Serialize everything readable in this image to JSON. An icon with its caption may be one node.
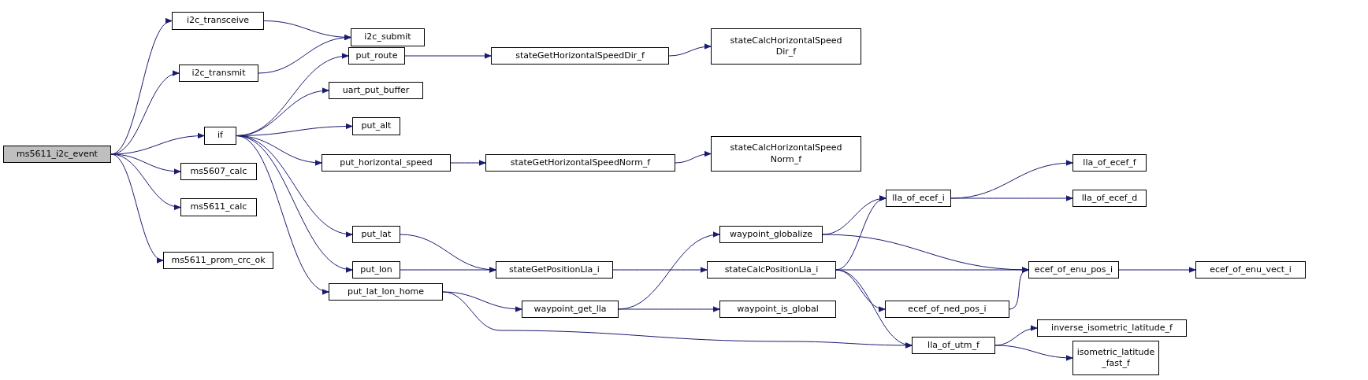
{
  "diagram": {
    "nodes": [
      {
        "text": [
          "ms5611_i2c_event"
        ]
      },
      {
        "text": [
          "i2c_transceive"
        ]
      },
      {
        "text": [
          "i2c_submit"
        ]
      },
      {
        "text": [
          "i2c_transmit"
        ]
      },
      {
        "text": [
          "if"
        ]
      },
      {
        "text": [
          "ms5607_calc"
        ]
      },
      {
        "text": [
          "ms5611_calc"
        ]
      },
      {
        "text": [
          "ms5611_prom_crc_ok"
        ]
      },
      {
        "text": [
          "put_route"
        ]
      },
      {
        "text": [
          "uart_put_buffer"
        ]
      },
      {
        "text": [
          "put_alt"
        ]
      },
      {
        "text": [
          "put_horizontal_speed"
        ]
      },
      {
        "text": [
          "put_lat"
        ]
      },
      {
        "text": [
          "put_lon"
        ]
      },
      {
        "text": [
          "put_lat_lon_home"
        ]
      },
      {
        "text": [
          "stateGetHorizontalSpeedDir_f"
        ]
      },
      {
        "text": [
          "stateCalcHorizontalSpeed Dir_f"
        ]
      },
      {
        "text": [
          "stateGetHorizontalSpeedNorm_f"
        ]
      },
      {
        "text": [
          "stateCalcHorizontalSpeed Norm_f"
        ]
      },
      {
        "text": [
          "stateGetPositionLla_i"
        ]
      },
      {
        "text": [
          "waypoint_globalize"
        ]
      },
      {
        "text": [
          "stateCalcPositionLla_i"
        ]
      },
      {
        "text": [
          "waypoint_get_lla"
        ]
      },
      {
        "text": [
          "waypoint_is_global"
        ]
      },
      {
        "text": [
          "lla_of_ecef_i"
        ]
      },
      {
        "text": [
          "lla_of_ecef_f"
        ]
      },
      {
        "text": [
          "lla_of_ecef_d"
        ]
      },
      {
        "text": [
          "ecef_of_enu_pos_i"
        ]
      },
      {
        "text": [
          "ecef_of_enu_vect_i"
        ]
      },
      {
        "text": [
          "ecef_of_ned_pos_i"
        ]
      },
      {
        "text": [
          "lla_of_utm_f"
        ]
      },
      {
        "text": [
          "inverse_isometric_latitude_f"
        ]
      },
      {
        "text": [
          "isometric_latitude _fast_f"
        ]
      }
    ],
    "edges": [
      {
        "from": 0,
        "to": 1,
        "arrow": "to"
      },
      {
        "from": 0,
        "to": 3,
        "arrow": "to"
      },
      {
        "from": 0,
        "to": 4,
        "arrow": "to"
      },
      {
        "from": 0,
        "to": 5,
        "arrow": "to"
      },
      {
        "from": 0,
        "to": 6,
        "arrow": "to"
      },
      {
        "from": 0,
        "to": 7,
        "arrow": "to"
      },
      {
        "from": 1,
        "to": 2,
        "arrow": "to"
      },
      {
        "from": 3,
        "to": 2,
        "arrow": "to"
      },
      {
        "from": 4,
        "to": 8,
        "arrow": "to"
      },
      {
        "from": 4,
        "to": 9,
        "arrow": "to"
      },
      {
        "from": 4,
        "to": 10,
        "arrow": "to"
      },
      {
        "from": 4,
        "to": 11,
        "arrow": "to"
      },
      {
        "from": 4,
        "to": 12,
        "arrow": "to"
      },
      {
        "from": 4,
        "to": 13,
        "arrow": "to"
      },
      {
        "from": 4,
        "to": 14,
        "arrow": "to"
      },
      {
        "from": 8,
        "to": 15,
        "arrow": "to"
      },
      {
        "from": 15,
        "to": 16,
        "arrow": "to"
      },
      {
        "from": 11,
        "to": 17,
        "arrow": "to"
      },
      {
        "from": 17,
        "to": 18,
        "arrow": "to"
      },
      {
        "from": 12,
        "to": 19,
        "arrow": "to"
      },
      {
        "from": 13,
        "to": 19,
        "arrow": "to"
      },
      {
        "from": 19,
        "to": 21,
        "arrow": "to"
      },
      {
        "from": 14,
        "to": 22,
        "arrow": "to"
      },
      {
        "from": 14,
        "to": 30,
        "arrow": "to"
      },
      {
        "from": 22,
        "to": 20,
        "arrow": "to"
      },
      {
        "from": 22,
        "to": 23,
        "arrow": "to"
      },
      {
        "from": 20,
        "to": 24,
        "arrow": "to"
      },
      {
        "from": 20,
        "to": 27,
        "arrow": "to"
      },
      {
        "from": 21,
        "to": 24,
        "arrow": "to"
      },
      {
        "from": 21,
        "to": 27,
        "arrow": "to"
      },
      {
        "from": 21,
        "to": 29,
        "arrow": "to"
      },
      {
        "from": 21,
        "to": 30,
        "arrow": "to"
      },
      {
        "from": 24,
        "to": 25,
        "arrow": "to"
      },
      {
        "from": 24,
        "to": 26,
        "arrow": "to"
      },
      {
        "from": 27,
        "to": 28,
        "arrow": "to"
      },
      {
        "from": 29,
        "to": 27,
        "arrow": "to"
      },
      {
        "from": 30,
        "to": 31,
        "arrow": "to"
      },
      {
        "from": 30,
        "to": 32,
        "arrow": "to"
      }
    ]
  }
}
